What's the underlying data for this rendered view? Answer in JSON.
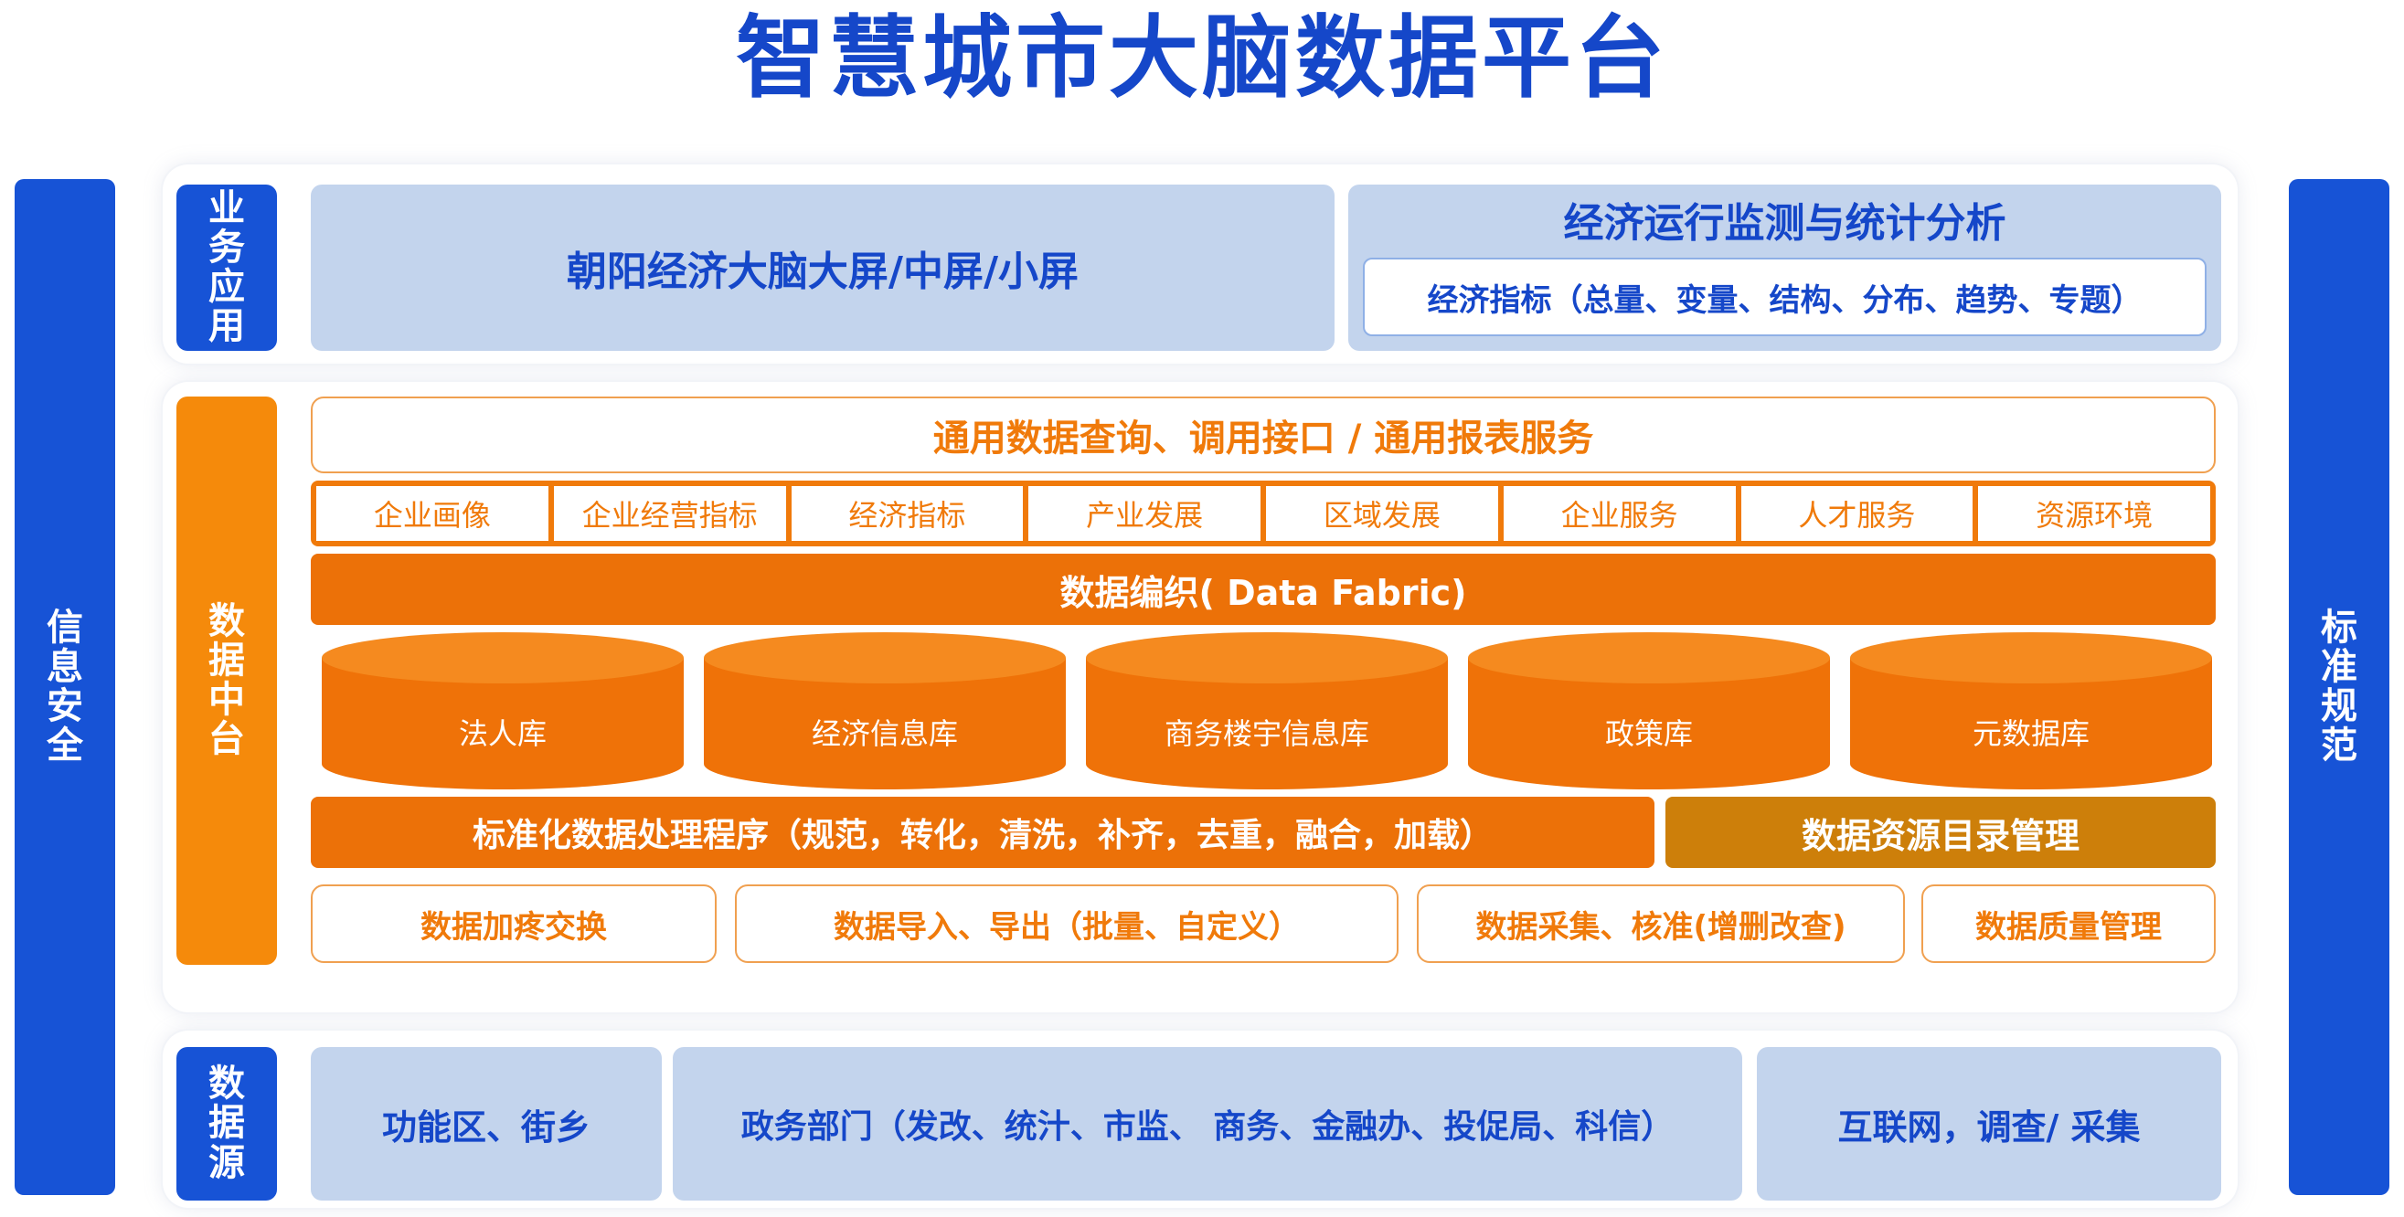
{
  "title": "智慧城市大脑数据平台",
  "left_bar": [
    "信",
    "息",
    "安",
    "全"
  ],
  "right_bar": [
    "标",
    "准",
    "规",
    "范"
  ],
  "application_layer": {
    "label": [
      "业",
      "务",
      "应",
      "用"
    ],
    "big_screen": "朝阳经济大脑大屏/中屏/小屏",
    "monitor_title": "经济运行监测与统计分析",
    "monitor_detail": "经济指标（总量、变量、结构、分布、趋势、专题）"
  },
  "middle_platform": {
    "label": [
      "数",
      "据",
      "中",
      "台"
    ],
    "service_bar": "通用数据查询、调用接口 / 通用报表服务",
    "categories": [
      "企业画像",
      "企业经营指标",
      "经济指标",
      "产业发展",
      "区域发展",
      "企业服务",
      "人才服务",
      "资源环境"
    ],
    "fabric": "数据编织( Data Fabric)",
    "databases": [
      "法人库",
      "经济信息库",
      "商务楼宇信息库",
      "政策库",
      "元数据库"
    ],
    "processing": "标准化数据处理程序（规范，转化，清洗，补齐，去重，融合，加载）",
    "catalog": "数据资源目录管理",
    "tools": [
      "数据加疼交换",
      "数据导入、导出（批量、自定义）",
      "数据采集、核准(增删改查)",
      "数据质量管理"
    ]
  },
  "data_sources": {
    "label": [
      "数",
      "据",
      "源"
    ],
    "items": [
      "功能区、街乡",
      "政务部门（发改、统汁、市监、 商务、金融办、投促局、科信）",
      "互联网，调查/ 采集"
    ]
  },
  "colors": {
    "blue": "#1753d6",
    "light_blue": "#c3d4ed",
    "orange": "#ec7108",
    "gold": "#cd7f0a"
  }
}
